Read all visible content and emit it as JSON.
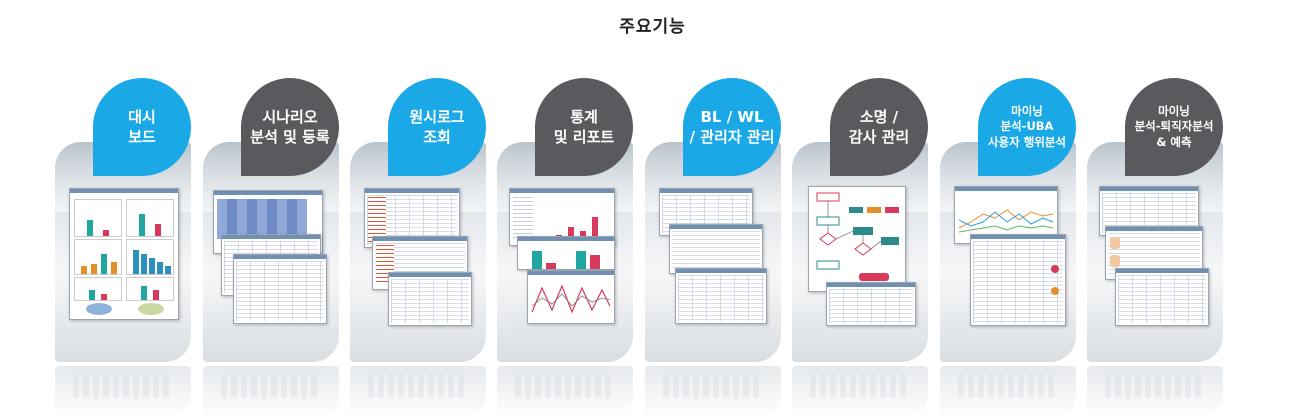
{
  "page": {
    "title": "주요기능"
  },
  "colors": {
    "blue_bubble": "#1aa8e6",
    "gray_bubble": "#5a5a5e"
  },
  "features": [
    {
      "lines": [
        "대시",
        "보드"
      ],
      "color": "blue"
    },
    {
      "lines": [
        "시나리오",
        "분석 및 등록"
      ],
      "color": "gray"
    },
    {
      "lines": [
        "원시로그",
        "조회"
      ],
      "color": "blue"
    },
    {
      "lines": [
        "통계",
        "및 리포트"
      ],
      "color": "gray"
    },
    {
      "lines": [
        "BL / WL",
        "/ 관리자 관리"
      ],
      "color": "blue"
    },
    {
      "lines": [
        "소명 /",
        "감사 관리"
      ],
      "color": "gray"
    },
    {
      "lines": [
        "마이닝",
        "분석-UBA",
        "사용자 행위분석"
      ],
      "color": "blue"
    },
    {
      "lines": [
        "마이닝",
        "분석-퇴직자분석",
        "& 예측"
      ],
      "color": "gray"
    }
  ]
}
